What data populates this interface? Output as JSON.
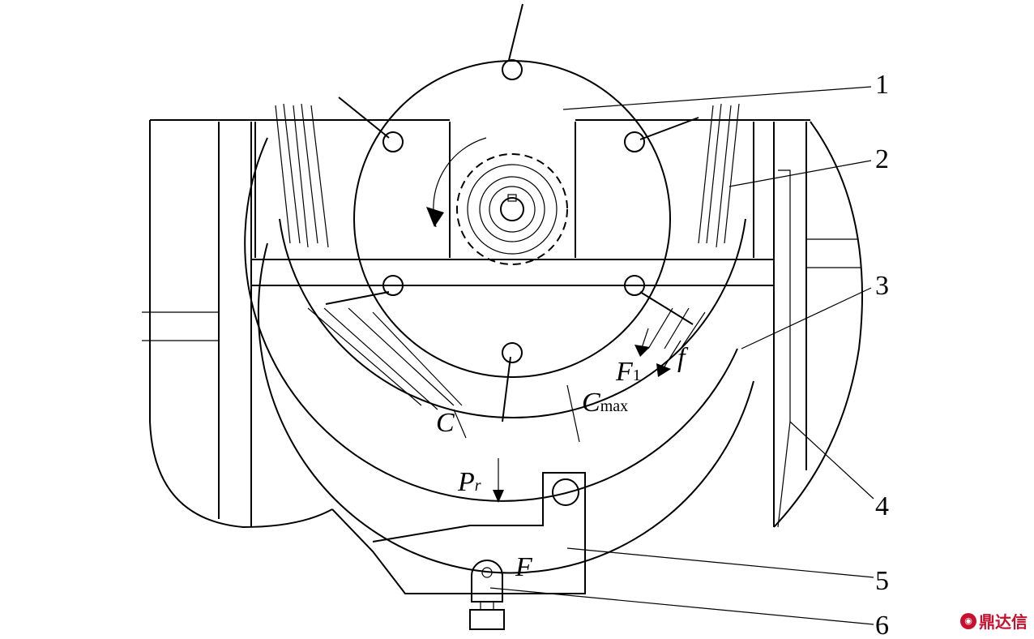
{
  "callouts": [
    "1",
    "2",
    "3",
    "4",
    "5",
    "6"
  ],
  "symbols": {
    "clearance": "C",
    "clearance_max_base": "C",
    "clearance_max_sub": "max",
    "force1_base": "F",
    "force1_sub": "1",
    "friction": "f",
    "pressure_base": "P",
    "pressure_sub": "r",
    "force": "F"
  },
  "watermark": {
    "text": "鼎达信",
    "color": "#c8102e"
  }
}
